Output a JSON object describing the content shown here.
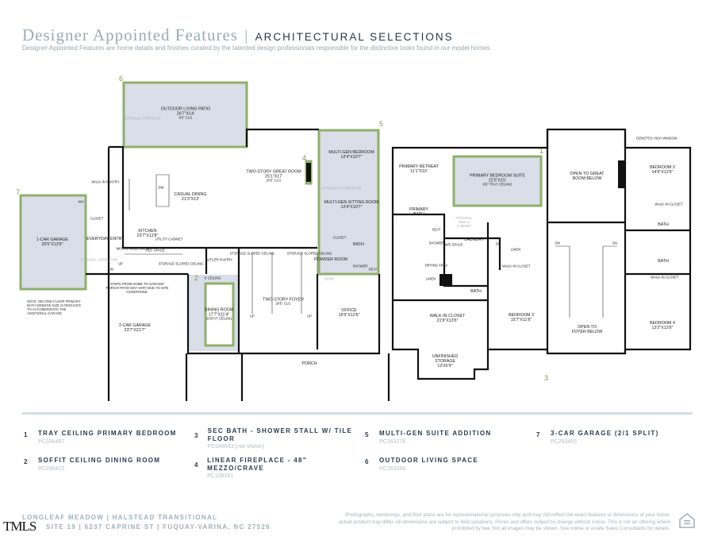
{
  "header": {
    "title": "Designer Appointed Features",
    "subtitle": "ARCHITECTURAL SELECTIONS",
    "intro": "Designer Appointed Features are home details and finishes curated by the talented design professionals responsible for the distinctive looks found in our model homes."
  },
  "colors": {
    "highlight_border": "#8fb06a",
    "highlight_fill": "#d9dee8",
    "wall": "#111111",
    "accent_text": "#2a3a4e",
    "muted": "#9fb0ba"
  },
  "first_floor": {
    "outdoor_patio": [
      "OUTDOOR LIVING PATIO",
      "26'7\"X14'",
      "9'0\" CLG"
    ],
    "optional_fireplace": "OPTIONAL FIREPLACE",
    "walk_in_pantry": "WALK-IN PANTRY",
    "casual_dining": [
      "CASUAL DINING",
      "21'3\"X13'"
    ],
    "great_room": [
      "TWO-STORY GREAT ROOM",
      "25'1\"X17'",
      "20'5\" CLG"
    ],
    "multigen_bedroom": [
      "MULTI-GEN BEDROOM",
      "12'4\"X10'7\""
    ],
    "optional_kitchenette": "OPTIONAL KITCHENETTE",
    "multigen_sitting": [
      "MULTI-GEN SITTING ROOM",
      "12'4\"X10'7\""
    ],
    "kitchen": [
      "KITCHEN",
      "23'7\"X12'8\""
    ],
    "dw": "DW",
    "wh": "WH",
    "closet": "CLOSET",
    "everyday_entry": "EVERYDAY ENTRY",
    "utility_cabinet": "UTILITY CABINET",
    "micro_wall_oven": "MICRO/ WALL OVEN",
    "ref_space": "REF SPACE",
    "optional_drop_zone": "OPTIONAL DROP ZONE",
    "storage_sloped": "STORAGE SLOPED CEILING",
    "butler_pantry": "BUTLER PANTRY",
    "powder_room": "POWDER ROOM",
    "bath": "BATH",
    "shower": "SHOWER",
    "seat": "SEAT",
    "door": "DOOR",
    "up": "UP",
    "dn": "DN",
    "one_car_garage": [
      "1-CAR GARAGE",
      "20'5\"X13'9\""
    ],
    "note": "NOTE: SECOND FLOOR PRIMARY BATH WINDOW SIZE IS REDUCED TO ACCOMMODATE THE ADDITIONAL GARAGE",
    "steps_note": "STEPS FROM HOME TO GARAGE/ PORCH/ PATIO MAY VARY DUE TO SITE CONDITIONS.",
    "nine_ceiling": "9' CEILING",
    "dining_room": [
      "DINING ROOM",
      "17'7\"X11'4\"",
      "SOFFIT CEILING"
    ],
    "two_car_garage": [
      "2-CAR GARAGE",
      "23'7\"X21'7\""
    ],
    "foyer": [
      "TWO-STORY FOYER",
      "20'5\" CLG"
    ],
    "office": [
      "OFFICE",
      "16'5\"X12'6\""
    ],
    "porch": "PORCH"
  },
  "second_floor": {
    "primary_retreat": [
      "PRIMARY RETREAT",
      "11'1\"X10'"
    ],
    "primary_suite": [
      "PRIMARY BEDROOM SUITE",
      "22'5\"X15'",
      "9'6\" TRAY CEILING"
    ],
    "open_great": "OPEN TO GREAT ROOM BELOW",
    "high_window": "DENOTES HIGH WINDOW",
    "bedroom2": [
      "BEDROOM 2",
      "14'9\"X12'6\""
    ],
    "primary_bath": "PRIMARY BATH",
    "optional_sink": "OPTIONAL SINK & CABINET",
    "laundry": "LAUNDRY",
    "wd_space": "W/D SPACE",
    "shower": "SHOWER",
    "seat": "SEAT",
    "drying_area": "DRYING AREA",
    "linen": "LINEN",
    "walk_in_closet": "WALK-IN CLOSET",
    "bath": "BATH",
    "primary_closet": [
      "WALK-IN CLOSET",
      "21'9\"X13'6\""
    ],
    "bedroom3": [
      "BEDROOM 3",
      "15'7\"X11'6\""
    ],
    "open_foyer": "OPEN TO FOYER BELOW",
    "bedroom4": [
      "BEDROOM 4",
      "13'2\"X12'6\""
    ],
    "storage": [
      "UNFINISHED STORAGE",
      "12'X5'9\""
    ],
    "dn": "DN"
  },
  "markers": [
    "1",
    "2",
    "3",
    "4",
    "5",
    "6",
    "7"
  ],
  "legend": [
    {
      "n": "1",
      "title": "TRAY CEILING PRIMARY BEDROOM",
      "code": "PC036487"
    },
    {
      "n": "2",
      "title": "SOFFIT CEILING DINING ROOM",
      "code": "PC036415"
    },
    {
      "n": "3",
      "title": "SEC BATH - SHOWER STALL W/ TILE FLOOR",
      "code": "PC048643 (not shown)"
    },
    {
      "n": "4",
      "title": "LINEAR FIREPLACE - 48\" MEZZO/CRAVE",
      "code": "PC106161"
    },
    {
      "n": "5",
      "title": "MULTI-GEN SUITE ADDITION",
      "code": "PC263278"
    },
    {
      "n": "6",
      "title": "OUTDOOR LIVING SPACE",
      "code": "PC263168"
    },
    {
      "n": "7",
      "title": "3-CAR GARAGE (2/1 SPLIT)",
      "code": "PC263455"
    }
  ],
  "footer": {
    "line1": "LONGLEAF MEADOW |  HALSTEAD TRANSITIONAL",
    "line2": "SITE 19  |  6237 CAPRINE ST |  FUQUAY-VARINA, NC 27526",
    "logo": "TMLS",
    "disclaimer": "Photographs, renderings, and floor plans are for representational purposes only and may not reflect the exact features or dimensions of your home; actual product may differ. All dimensions are subject to field variations. Prices and offers subject to change without notice. This is not an offering where prohibited by law. Not all images may be shown. See online or onsite Sales Consultants for details.",
    "eho_logo": "EQUAL HOUSING OPPORTUNITY"
  }
}
